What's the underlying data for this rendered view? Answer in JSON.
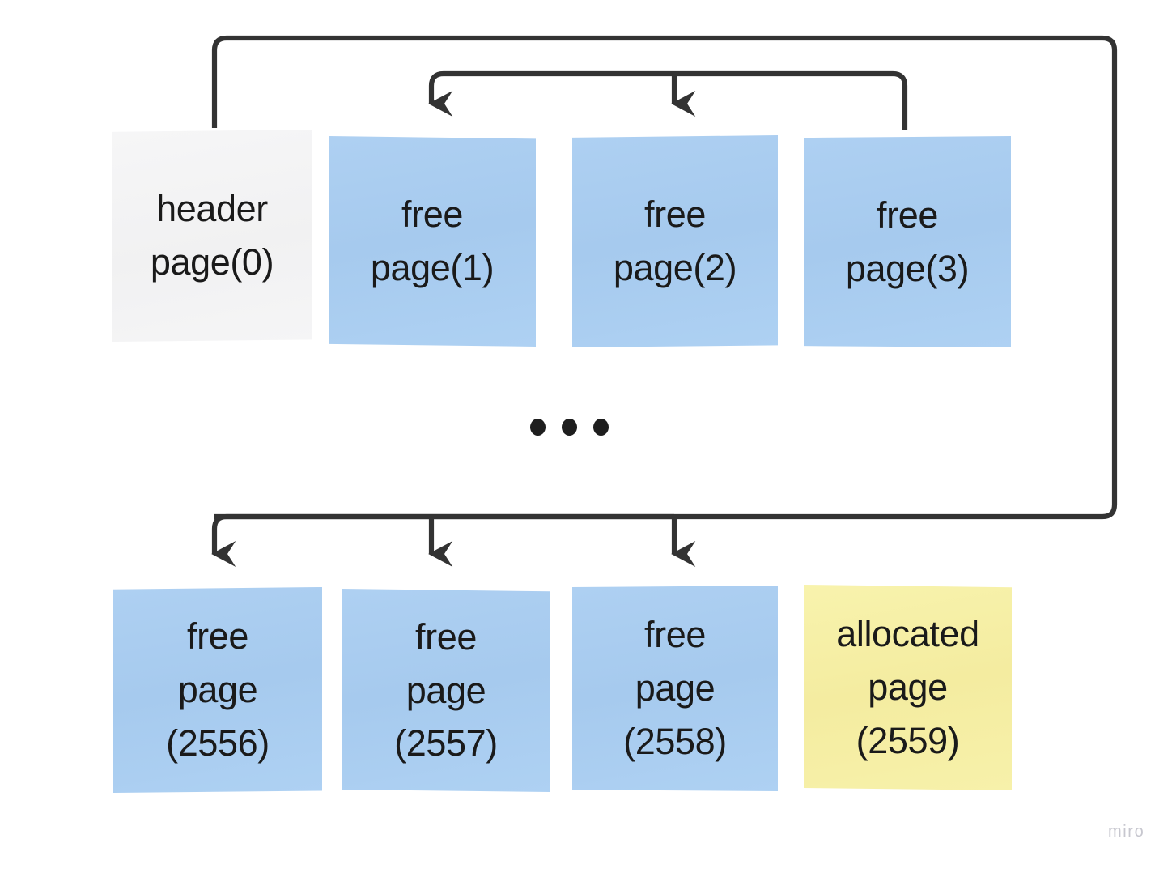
{
  "diagram": {
    "title": "Free page list / page allocation diagram",
    "background_color": "#ffffff",
    "connector_color": "#333333",
    "colors": {
      "blue_note": "#a9ceef",
      "white_note": "#f3f3f4",
      "yellow_note": "#f5eea5",
      "text": "#1a1a1a",
      "watermark": "#c7c7cf"
    },
    "ellipsis": "• • •",
    "watermark": "miro"
  },
  "rows": {
    "top": {
      "notes": [
        {
          "id": "header-page-0",
          "color": "white",
          "lines": [
            "header",
            "page(0)"
          ],
          "line1": "header",
          "line2": "page(0)"
        },
        {
          "id": "free-page-1",
          "color": "blue",
          "lines": [
            "free",
            "page(1)"
          ],
          "line1": "free",
          "line2": "page(1)"
        },
        {
          "id": "free-page-2",
          "color": "blue",
          "lines": [
            "free",
            "page(2)"
          ],
          "line1": "free",
          "line2": "page(2)"
        },
        {
          "id": "free-page-3",
          "color": "blue",
          "lines": [
            "free",
            "page(3)"
          ],
          "line1": "free",
          "line2": "page(3)"
        }
      ]
    },
    "bottom": {
      "notes": [
        {
          "id": "free-page-2556",
          "color": "blue",
          "lines": [
            "free",
            "page",
            "(2556)"
          ],
          "line1": "free",
          "line2": "page",
          "line3": "(2556)"
        },
        {
          "id": "free-page-2557",
          "color": "blue",
          "lines": [
            "free",
            "page",
            "(2557)"
          ],
          "line1": "free",
          "line2": "page",
          "line3": "(2557)"
        },
        {
          "id": "free-page-2558",
          "color": "blue",
          "lines": [
            "free",
            "page",
            "(2558)"
          ],
          "line1": "free",
          "line2": "page",
          "line3": "(2558)"
        },
        {
          "id": "allocated-page-2559",
          "color": "yellow",
          "lines": [
            "allocated",
            "page",
            "(2559)"
          ],
          "line1": "allocated",
          "line2": "page",
          "line3": "(2559)"
        }
      ]
    }
  }
}
